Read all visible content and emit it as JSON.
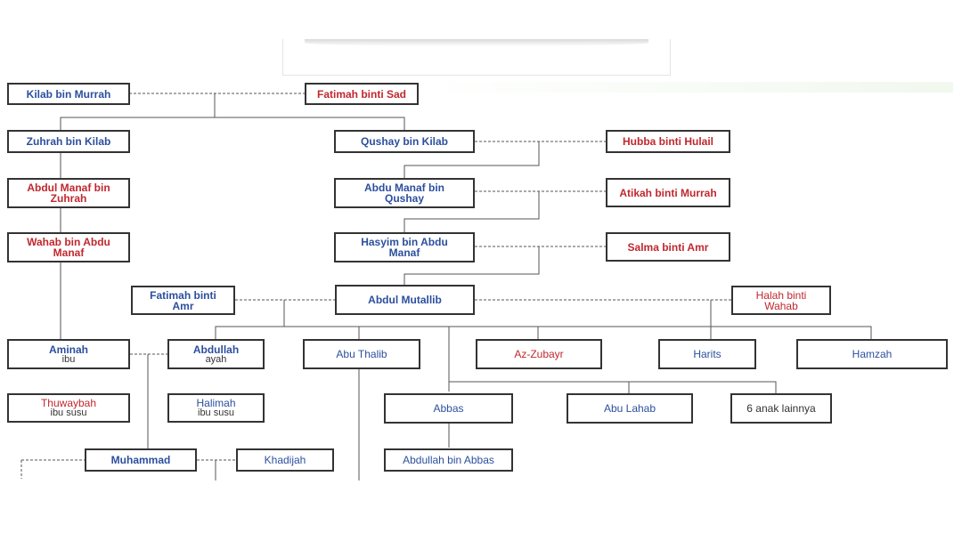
{
  "nodes": {
    "kilab": "Kilab bin Murrah",
    "fatimah_sad": "Fatimah binti Sad",
    "zuhrah": "Zuhrah bin Kilab",
    "qushay": "Qushay bin Kilab",
    "hubba": "Hubba binti Hulail",
    "abdul_manaf_zuhrah": "Abdul Manaf bin Zuhrah",
    "abdu_manaf_qushay": "Abdu Manaf bin Qushay",
    "atikah": "Atikah binti Murrah",
    "wahab": "Wahab bin Abdu Manaf",
    "hasyim": "Hasyim bin Abdu Manaf",
    "salma": "Salma binti Amr",
    "fatimah_amr": "Fatimah binti Amr",
    "abdul_mutallib": "Abdul Mutallib",
    "halah": "Halah binti Wahab",
    "aminah": {
      "name": "Aminah",
      "role": "ibu"
    },
    "abdullah": {
      "name": "Abdullah",
      "role": "ayah"
    },
    "abu_thalib": "Abu Thalib",
    "az_zubayr": "Az-Zubayr",
    "harits": "Harits",
    "hamzah": "Hamzah",
    "thuwaybah": {
      "name": "Thuwaybah",
      "role": "ibu susu"
    },
    "halimah": {
      "name": "Halimah",
      "role": "ibu susu"
    },
    "abbas": "Abbas",
    "abu_lahab": "Abu Lahab",
    "six_more": "6 anak lainnya",
    "muhammad": "Muhammad",
    "khadijah": "Khadijah",
    "abdullah_abbas": "Abdullah bin Abbas"
  },
  "colors": {
    "male": "#2c4f9e",
    "female": "#c0282e",
    "border": "#333333",
    "line": "#555555"
  }
}
